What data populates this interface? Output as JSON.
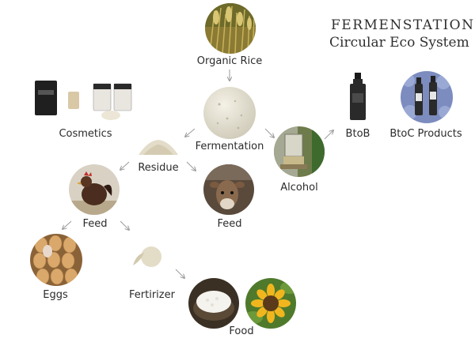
{
  "title": {
    "brand": "FERMENSTATION",
    "subtitle": "Circular Eco System"
  },
  "nodes": {
    "organic_rice": "Organic Rice",
    "fermentation": "Fermentation",
    "cosmetics": "Cosmetics",
    "alcohol": "Alcohol",
    "btob": "BtoB",
    "btoc": "BtoC Products",
    "residue": "Residue",
    "feed_chicken": "Feed",
    "feed_cow": "Feed",
    "eggs": "Eggs",
    "fertilizer": "Fertirizer",
    "food": "Food"
  },
  "icons": {
    "rice": "rice-field-icon",
    "fermentation": "fermented-rice-ball-icon",
    "cosmetics": "cosmetic-products-icon",
    "alcohol": "alcohol-distillation-icon",
    "btob": "bottle-icon",
    "btoc": "spray-bottles-icon",
    "residue": "residue-pile-icon",
    "chicken": "chicken-icon",
    "cow": "cow-icon",
    "eggs": "eggs-icon",
    "fertilizer": "fertilizer-icon",
    "food_rice": "rice-bowl-icon",
    "sunflower": "sunflower-icon"
  }
}
